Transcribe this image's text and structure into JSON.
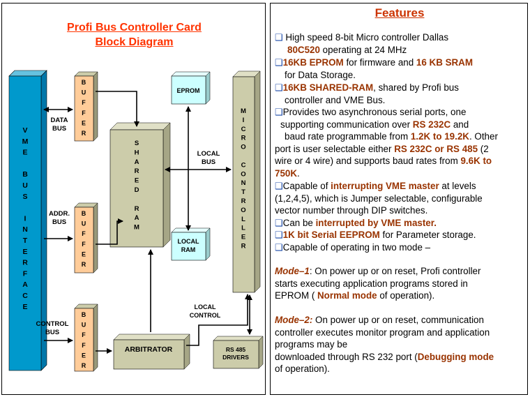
{
  "diagram": {
    "title_line1": "Profi Bus Controller Card",
    "title_line2": "Block Diagram",
    "vme_bus_interface": [
      "V",
      "M",
      "E",
      "",
      "B",
      "U",
      "S",
      "",
      "I",
      "N",
      "T",
      "E",
      "R",
      "F",
      "A",
      "C",
      "E"
    ],
    "buffer_letters": [
      "B",
      "U",
      "F",
      "F",
      "E",
      "R"
    ],
    "shared_ram_letters": [
      "S",
      "H",
      "A",
      "R",
      "E",
      "D",
      "",
      "R",
      "A",
      "M"
    ],
    "micro_controller_letters": [
      "M",
      "I",
      "C",
      "R",
      "O",
      "",
      "C",
      "O",
      "N",
      "T",
      "R",
      "O",
      "L",
      "L",
      "E",
      "R"
    ],
    "eprom": "EPROM",
    "local_ram_line1": "LOCAL",
    "local_ram_line2": "RAM",
    "arbitrator": "ARBITRATOR",
    "rs485_line1": "RS 485",
    "rs485_line2": "DRIVERS",
    "data_bus_line1": "DATA",
    "data_bus_line2": "BUS",
    "addr_bus_line1": "ADDR.",
    "addr_bus_line2": "BUS",
    "control_bus_line1": "CONTROL",
    "control_bus_line2": "BUS",
    "local_bus_line1": "LOCAL",
    "local_bus_line2": "BUS",
    "local_control_line1": "LOCAL",
    "local_control_line2": "CONTROL"
  },
  "features": {
    "title": "Features",
    "bullet": "❑",
    "f1_a": " High speed 8-bit Micro controller  Dallas",
    "f1_b": "80C520",
    "f1_c": " operating at 24 MHz",
    "f2_a": "16KB EPROM",
    "f2_b": " for firmware and ",
    "f2_c": "16 KB SRAM",
    "f2_d": "for Data Storage.",
    "f3_a": "16KB SHARED-RAM",
    "f3_b": ", shared by Profi bus",
    "f3_c": "controller and VME Bus.",
    "f4_a": "Provides two asynchronous serial ports, one",
    "f4_b": "supporting communication over ",
    "f4_c": "RS 232C",
    "f4_d": " and",
    "f4_e": "baud rate programmable from ",
    "f4_f": "1.2K to 19.2K",
    "f4_g": ".   Other",
    "f4_h": "port is user selectable either ",
    "f4_i": "RS 232C or  RS 485",
    "f4_j": " (2",
    "f4_k": "wire or 4 wire) and supports baud   rates from ",
    "f4_l": "9.6K to",
    "f4_m": "750K",
    "f4_n": ".",
    "f5_a": "Capable of ",
    "f5_b": "interrupting VME master",
    "f5_c": " at levels",
    "f5_d": "(1,2,4,5), which is Jumper selectable,     configurable",
    "f5_e": "vector number through DIP     switches.",
    "f6_a": "Can be ",
    "f6_b": "interrupted by VME master.",
    "f7_a": "1K bit Serial EEPROM",
    "f7_b": " for Parameter storage.",
    "f8_a": "Capable of operating in two mode  –",
    "m1_label": "Mode–1",
    "m1_a": ": On power up or on reset, Profi controller",
    "m1_b": "starts executing application programs stored in",
    "m1_c": "EPROM ( ",
    "m1_d": "Normal mode",
    "m1_e": " of operation).",
    "m2_label": "Mode–2:",
    "m2_a": "  On power up or on reset, communication",
    "m2_b": "controller executes monitor program and application",
    "m2_c": "programs may be",
    "m2_d": "downloaded  through RS 232 port (",
    "m2_e": "Debugging mode",
    "m2_f": "of operation)."
  },
  "colors": {
    "vme": "#0099cc",
    "buffer": "#ffcc99",
    "block": "#ccccaa",
    "memory": "#ccffff",
    "title": "#ff3300",
    "emphasis": "#993300",
    "bullet": "#1a4aa8"
  }
}
